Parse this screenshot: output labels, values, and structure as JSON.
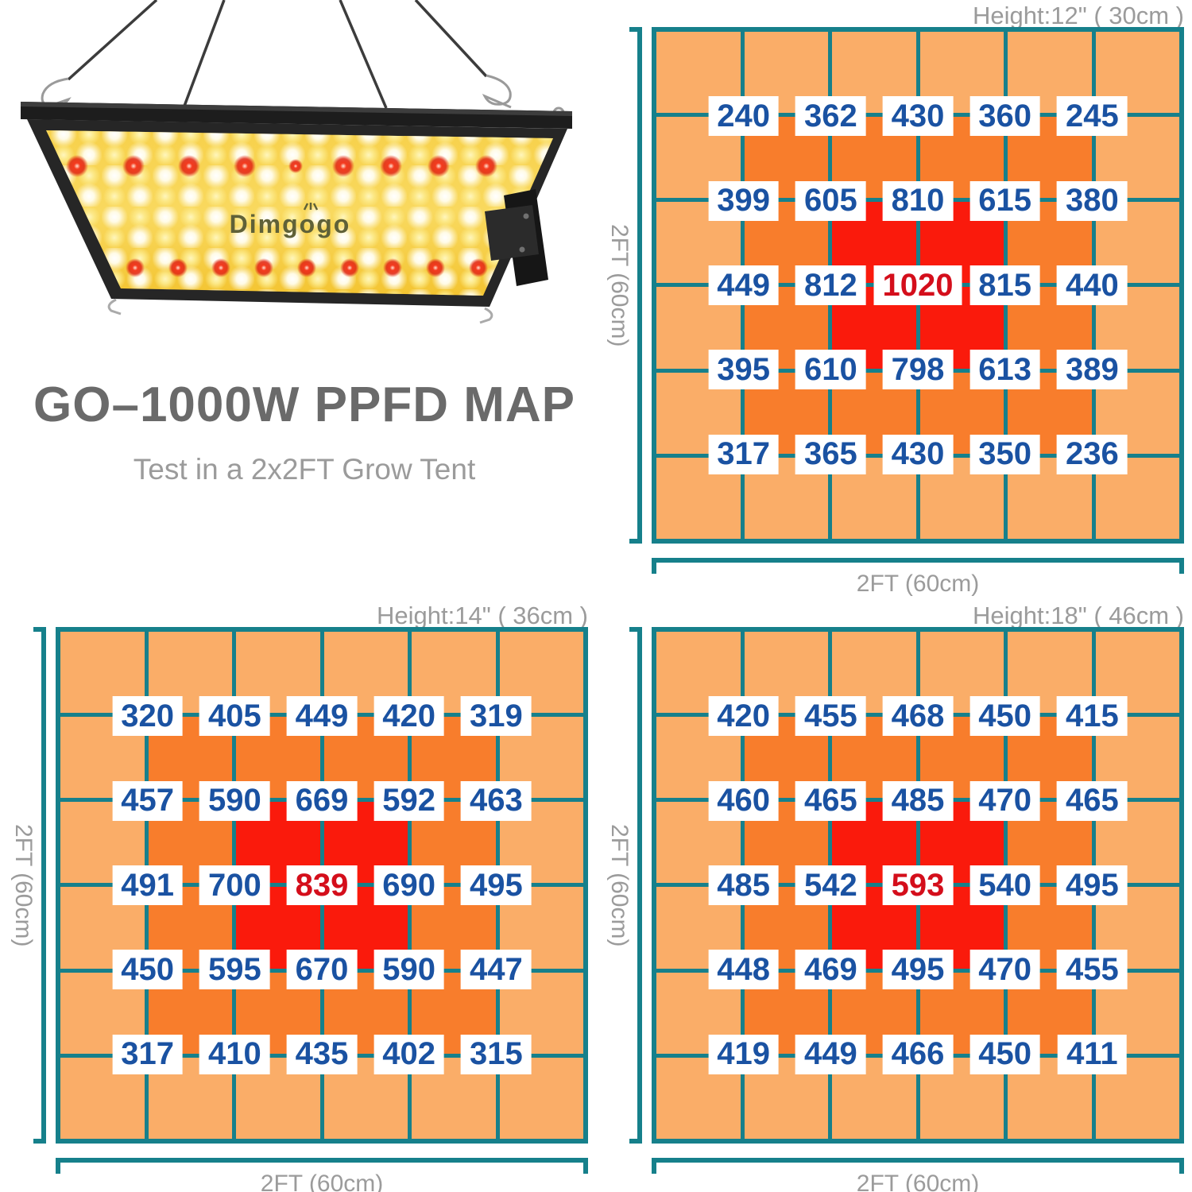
{
  "product": {
    "brand": "Dimgogo"
  },
  "title": {
    "heading": "GO–1000W PPFD MAP",
    "subtitle": "Test in a 2x2FT Grow Tent"
  },
  "colors": {
    "cell_low": "#faad68",
    "cell_mid": "#f87d2c",
    "cell_high": "#fa1a0c",
    "grid_line": "#16808b",
    "value_text": "#1a52a2",
    "peak_text": "#d40e1b",
    "label_text": "#9b9b9b",
    "title_text": "#6a6a6a",
    "subtitle_text": "#9b9b9b"
  },
  "chart_data": [
    {
      "type": "heatmap",
      "title": "Height:12\" ( 30cm )",
      "x_axis_label": "2FT (60cm)",
      "y_axis_label": "2FT (60cm)",
      "rows": 5,
      "cols": 5,
      "values": [
        [
          240,
          362,
          430,
          360,
          245
        ],
        [
          399,
          605,
          810,
          615,
          380
        ],
        [
          449,
          812,
          1020,
          815,
          440
        ],
        [
          395,
          610,
          798,
          613,
          389
        ],
        [
          317,
          365,
          430,
          350,
          236
        ]
      ],
      "peak_value": 1020,
      "heat_zones": {
        "low": "outer ring",
        "mid": "inner ring",
        "high": "center 2x2"
      },
      "legend_position": "none",
      "grid": "on"
    },
    {
      "type": "heatmap",
      "title": "Height:14\" ( 36cm )",
      "x_axis_label": "2FT (60cm)",
      "y_axis_label": "2FT (60cm)",
      "rows": 5,
      "cols": 5,
      "values": [
        [
          320,
          405,
          449,
          420,
          319
        ],
        [
          457,
          590,
          669,
          592,
          463
        ],
        [
          491,
          700,
          839,
          690,
          495
        ],
        [
          450,
          595,
          670,
          590,
          447
        ],
        [
          317,
          410,
          435,
          402,
          315
        ]
      ],
      "peak_value": 839,
      "heat_zones": {
        "low": "outer ring",
        "mid": "inner ring",
        "high": "center 2x2"
      },
      "legend_position": "none",
      "grid": "on"
    },
    {
      "type": "heatmap",
      "title": "Height:18\" ( 46cm )",
      "x_axis_label": "2FT (60cm)",
      "y_axis_label": "2FT (60cm)",
      "rows": 5,
      "cols": 5,
      "values": [
        [
          420,
          455,
          468,
          450,
          415
        ],
        [
          460,
          465,
          485,
          470,
          465
        ],
        [
          485,
          542,
          593,
          540,
          495
        ],
        [
          448,
          469,
          495,
          470,
          455
        ],
        [
          419,
          449,
          466,
          450,
          411
        ]
      ],
      "peak_value": 593,
      "heat_zones": {
        "low": "outer ring",
        "mid": "inner ring",
        "high": "center 2x2"
      },
      "legend_position": "none",
      "grid": "on"
    }
  ]
}
